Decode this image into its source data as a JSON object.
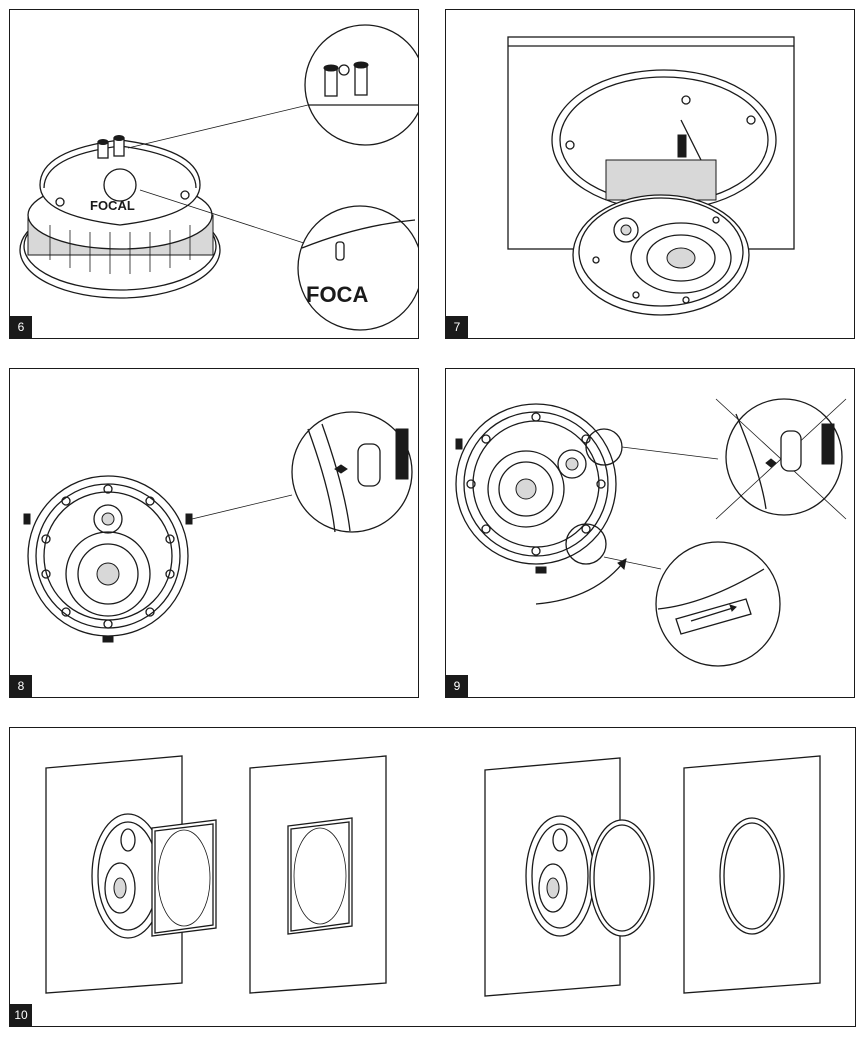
{
  "panels": [
    {
      "id": "6",
      "label": "6",
      "logo": "FOCAL",
      "logo_zoom": "FOCA"
    },
    {
      "id": "7",
      "label": "7"
    },
    {
      "id": "8",
      "label": "8"
    },
    {
      "id": "9",
      "label": "9"
    },
    {
      "id": "10",
      "label": "10"
    }
  ]
}
